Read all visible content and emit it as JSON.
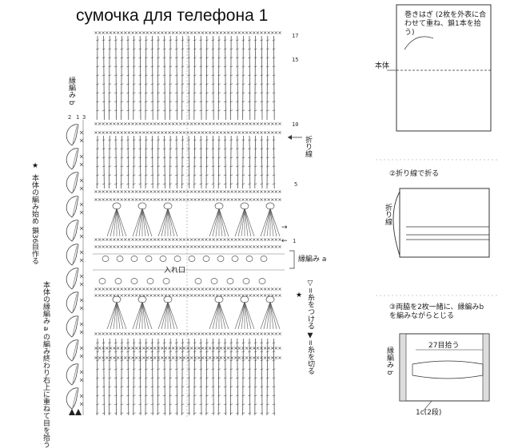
{
  "title": "сумочка для телефона 1",
  "chart": {
    "left_strap_label": "縁編み b",
    "body_start_label": "本体の編み始め 鎖36目作る",
    "strap_join_label": "本体の縁編み a の編み終わり右上に重ねて目を拾う",
    "fold_label": "折り線",
    "edge_a_label": "縁編み a",
    "opening_label": "入れ口",
    "yarn_label": "▽=糸をつける ▼=糸を切る",
    "row_numbers": [
      "17",
      "15",
      "10",
      "5",
      "1"
    ],
    "arrows": [
      "→",
      "←"
    ],
    "strap_dir": [
      "2",
      "1",
      "3"
    ],
    "star": "★"
  },
  "steps": {
    "step1": {
      "text": "巻きはぎ (2枚を外表に合わせて重ね、鎖1本を拾う)",
      "side_label": "本体"
    },
    "step2": {
      "text": "②折り線で折る",
      "side_label": "折り線"
    },
    "step3": {
      "text": "③両脇を2枚一緒に、縁編みbを編みながらとじる",
      "side_label": "縁編み b",
      "pick_label": "27目拾う",
      "bottom_label": "1c(2段)"
    }
  }
}
